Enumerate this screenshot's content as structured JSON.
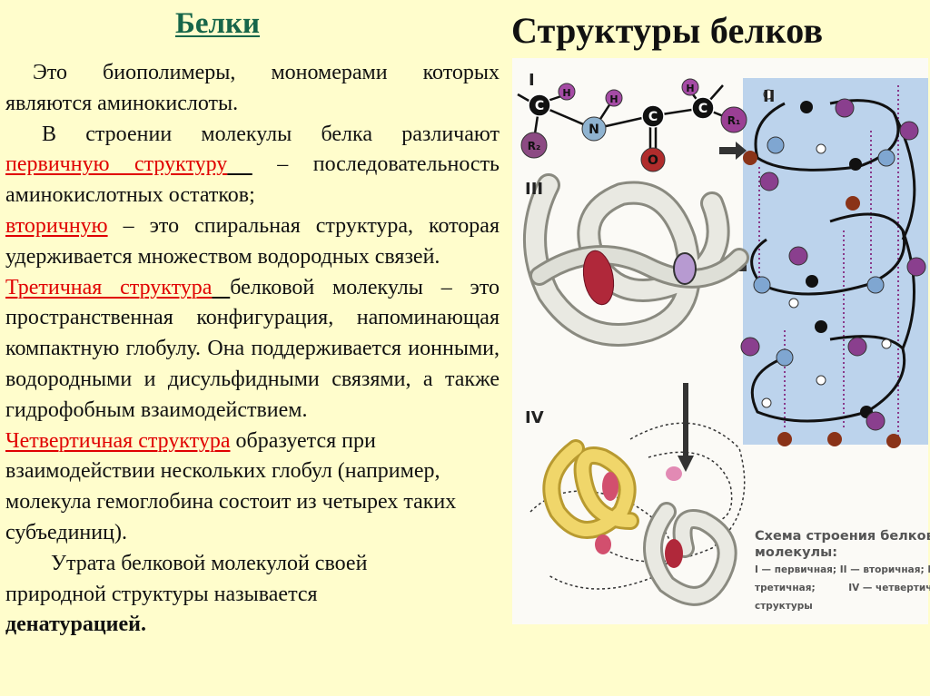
{
  "slide": {
    "left_title": "Белки",
    "right_title": "Структуры белков",
    "colors": {
      "background": "#fffdcc",
      "title_green": "#17664a",
      "term_red": "#e00000",
      "text": "#111111"
    },
    "paragraphs": {
      "p1": "Это биополимеры, мономерами которых являются аминокислоты.",
      "p2": "В строении молекулы белка различают",
      "primary_term": "первичную структуру",
      "primary_rest": " – последовательность аминокислотных остатков;",
      "secondary_term": "вторичную",
      "secondary_rest": " –   это спиральная структура, которая удерживается множеством водородных связей.",
      "tertiary_term": "Третичная структура",
      "tertiary_rest": "белковой молекулы – это пространственная конфигурация, напоминающая компактную глобулу. Она поддерживается ионными, водородными и дисульфидными связями, а также гидрофобным взаимодействием.",
      "quaternary_term": "Четвертичная структура",
      "quaternary_rest": " образуется при взаимодействии нескольких глобул (например, молекула гемоглобина состоит из четырех таких субъединиц).",
      "denaturation_lead": "Утрата белковой молекулой своей природной структуры называется",
      "denaturation_term": "денатурацией."
    },
    "figure": {
      "panel_labels": [
        "I",
        "II",
        "III",
        "IV"
      ],
      "atoms": {
        "carbon": "C",
        "hydrogen": "H",
        "nitrogen": "N",
        "oxygen": "O",
        "r1": "R₁",
        "r2": "R₂"
      },
      "caption": {
        "title_line1": "Схема строения белковой",
        "title_line2": "молекулы:",
        "line1": "I — первичная; II — вторичная; III —",
        "line2": "третичная;          IV — четвертичная",
        "line3": "структуры"
      }
    }
  }
}
